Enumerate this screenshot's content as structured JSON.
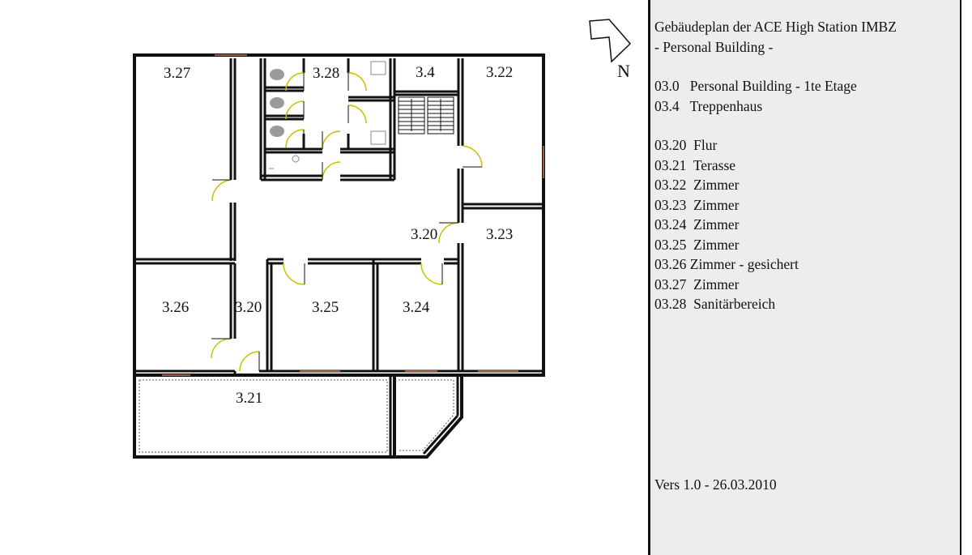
{
  "legend": {
    "title_line1": "Gebäudeplan der ACE High Station IMBZ",
    "title_line2": "- Personal Building -",
    "group1": [
      {
        "code": "03.0",
        "label": "Personal Building - 1te Etage"
      },
      {
        "code": "03.4",
        "label": "Treppenhaus"
      }
    ],
    "group2": [
      {
        "code": "03.20",
        "label": "Flur"
      },
      {
        "code": "03.21",
        "label": "Terasse"
      },
      {
        "code": "03.22",
        "label": "Zimmer"
      },
      {
        "code": "03.23",
        "label": "Zimmer"
      },
      {
        "code": "03.24",
        "label": "Zimmer"
      },
      {
        "code": "03.25",
        "label": "Zimmer"
      },
      {
        "code": "03.26",
        "label": "Zimmer - gesichert"
      },
      {
        "code": "03.27",
        "label": "Zimmer"
      },
      {
        "code": "03.28",
        "label": "Sanitärbereich"
      }
    ],
    "version": "Vers 1.0 - 26.03.2010"
  },
  "plan": {
    "rooms": {
      "r327": "3.27",
      "r328": "3.28",
      "r34": "3.4",
      "r322": "3.22",
      "r320a": "3.20",
      "r323": "3.23",
      "r326": "3.26",
      "r320b": "3.20",
      "r325": "3.25",
      "r324": "3.24",
      "r321": "3.21"
    },
    "north": "N"
  },
  "colors": {
    "wall": "#111111",
    "door_arc": "#c9c200",
    "window": "#a05a3a",
    "panel_bg": "#ededed",
    "fixture": "#9a9a9a"
  }
}
